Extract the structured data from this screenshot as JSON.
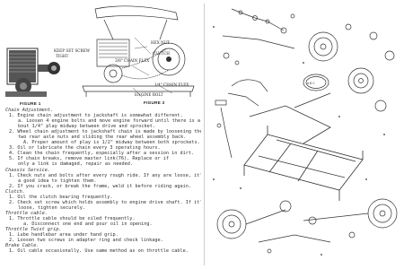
{
  "figure": {
    "labels": {
      "keep_set_screw": "KEEP SET SCREW",
      "tight": "TIGHT",
      "hex_nut": "HEX NUT",
      "clutch": "CLUTCH",
      "chain_flex": "3/8\" CHAIN FLEX",
      "engine_bolt": "ENGINE BOLT",
      "chain_flex_2": "1/4\" CHAIN FLEX",
      "figure_1": "FIGURE 1",
      "figure_2": "FIGURE 2"
    }
  },
  "instructions": {
    "lines": [
      {
        "cls": "h",
        "text": "Chain Adjustment."
      },
      {
        "cls": "i1",
        "text": "1.  Engine chain adjustment to jackshaft is somewhat different."
      },
      {
        "cls": "i2",
        "text": "a.  Loosen 4 engine bolts and move engine forward until there is a-"
      },
      {
        "cls": "i2",
        "text": "bout 1/4\" play midway between drive and sprocket."
      },
      {
        "cls": "i1",
        "text": "2.  Wheel chain adjustment to jackshaft chain is made by loosening the"
      },
      {
        "cls": "i2",
        "text": "two rear axle nuts and sliding the rear wheel assembly back."
      },
      {
        "cls": "i3",
        "text": "A.  Proper amount of play is 1/2\" midway between both sprockets."
      },
      {
        "cls": "i1",
        "text": "3.  Oil or lubricate the chain every 3 operating hours."
      },
      {
        "cls": "i1",
        "text": "4.  Clean the chain frequently, especially after a session in dirt."
      },
      {
        "cls": "i1",
        "text": "5.  If chain breaks, remove master link(76).          Replace or if"
      },
      {
        "cls": "i2",
        "text": "only a link is damaged, repair as needed."
      },
      {
        "cls": "h",
        "text": "Chassis Service."
      },
      {
        "cls": "i1",
        "text": "1.  Check nuts and bolts after every rough ride.  If any are loose, it'"
      },
      {
        "cls": "i2",
        "text": "a good idea to tighten them."
      },
      {
        "cls": "i1",
        "text": "2.  If you crack, or break the frame, weld it before riding again."
      },
      {
        "cls": "h",
        "text": "Clutch."
      },
      {
        "cls": "i1",
        "text": "1.  Oil the clutch bearing frequently."
      },
      {
        "cls": "i1",
        "text": "2.  Check set screw which holds assembly to engine drive shaft.  If it'"
      },
      {
        "cls": "i2",
        "text": "loose, tighten securely."
      },
      {
        "cls": "h",
        "text": "Throttle cable."
      },
      {
        "cls": "i1",
        "text": "1.  Throttle cable should be oiled frequently."
      },
      {
        "cls": "i3",
        "text": "a.  Disconnect one end and pour oil in opening."
      },
      {
        "cls": "h",
        "text": "Throttle Twist grip."
      },
      {
        "cls": "i1",
        "text": "1.  Lube handlebar area under hand grip."
      },
      {
        "cls": "i1",
        "text": "2.  Loosen two screws in adapter ring and check linkage."
      },
      {
        "cls": "h",
        "text": "Brake Cable."
      },
      {
        "cls": "i1",
        "text": "1.  Oil cable occasionally.  Use same method as on throttle cable."
      }
    ]
  }
}
